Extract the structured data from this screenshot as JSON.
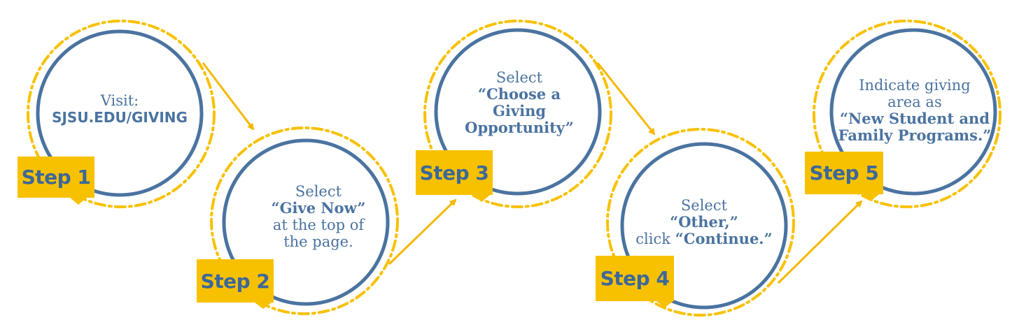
{
  "colors": {
    "circle": "#4a73a0",
    "ring": "#f8c100",
    "arrow": "#f5b800",
    "badge": "#f8c100",
    "badge_text": "#3d6898"
  },
  "steps": [
    {
      "badge": "Step 1",
      "lines": [
        {
          "text": "Visit:",
          "bold": false
        },
        {
          "text": "SJSU.EDU/GIVING",
          "bold": true
        }
      ]
    },
    {
      "badge": "Step 2",
      "lines": [
        {
          "text": "Select",
          "bold": false
        },
        {
          "text": "“Give Now”",
          "bold": true
        },
        {
          "text": "at the top of",
          "bold": false
        },
        {
          "text": "the page.",
          "bold": false
        }
      ]
    },
    {
      "badge": "Step 3",
      "lines": [
        {
          "text": "Select",
          "bold": false
        },
        {
          "text": "“Choose a",
          "bold": true
        },
        {
          "text": "Giving",
          "bold": true
        },
        {
          "text": "Opportunity”",
          "bold": true
        }
      ]
    },
    {
      "badge": "Step 4",
      "lines": [
        {
          "text": "Select",
          "bold": false
        },
        {
          "text": "“Other,”",
          "bold": true
        }
      ],
      "line3_prefix": "click ",
      "line3_emph": "“Continue.”"
    },
    {
      "badge": "Step 5",
      "lines": [
        {
          "text": "Indicate giving",
          "bold": false
        },
        {
          "text": "area as",
          "bold": false
        },
        {
          "text": "“New Student and",
          "bold": true
        },
        {
          "text": "Family Programs.”",
          "bold": true
        }
      ]
    }
  ]
}
